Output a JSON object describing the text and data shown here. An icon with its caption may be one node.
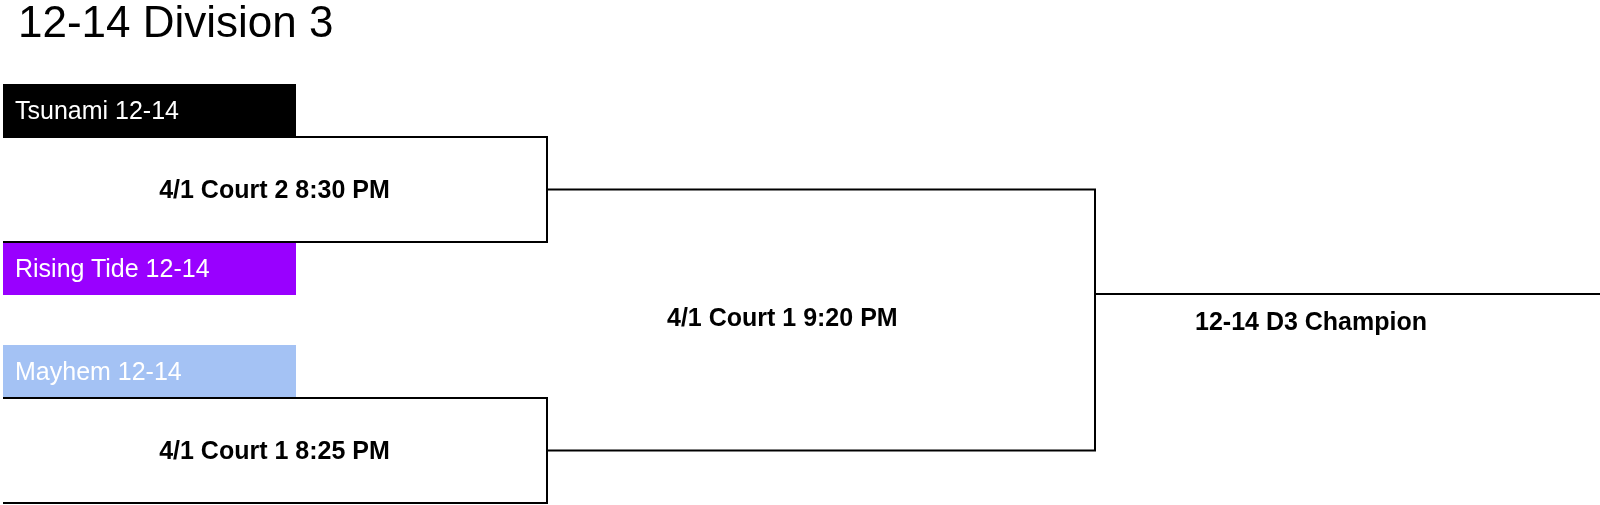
{
  "diagram": {
    "title": "12-14 Division 3",
    "nodes": [
      {
        "text": [
          "Tsunami 12-14"
        ]
      },
      {
        "text": [
          "Rising Tide 12-14"
        ]
      },
      {
        "text": [
          "Mayhem 12-14"
        ]
      },
      {
        "text": [
          "4/1 Court 2 8:30 PM"
        ]
      },
      {
        "text": [
          "4/1 Court 1 8:25 PM"
        ]
      },
      {
        "text": [
          "12-14 D3 Champion"
        ]
      }
    ],
    "edges": [
      {
        "from": 3,
        "to": 5,
        "arrow": "none"
      },
      {
        "from": 4,
        "to": 5,
        "arrow": "none"
      }
    ],
    "labels": [
      "4/1 Court 1 9:20 PM"
    ]
  }
}
